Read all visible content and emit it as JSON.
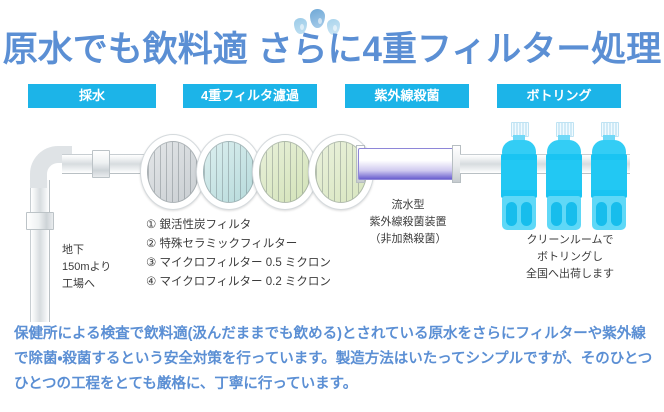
{
  "header": {
    "title": "原水でも飲料適 さらに4重フィルター処理",
    "title_color": "#5b8fd4",
    "droplets": [
      "water-drop",
      "water-drop",
      "water-drop"
    ]
  },
  "steps": [
    {
      "label": "採水"
    },
    {
      "label": "4重フィルタ濾過"
    },
    {
      "label": "紫外線殺菌"
    },
    {
      "label": "ボトリング"
    }
  ],
  "step_color": "#1cb4e8",
  "diagram": {
    "intake_caption": "地下\n150mより\n工場へ",
    "intake_caption_lines": [
      "地下",
      "150mより",
      "工場へ"
    ],
    "filters": [
      {
        "name": "filter-disc-1",
        "color": "#c9ced2"
      },
      {
        "name": "filter-disc-2",
        "color": "#b6dadb"
      },
      {
        "name": "filter-disc-3",
        "color": "#d3e3b8"
      },
      {
        "name": "filter-disc-4",
        "color": "#d8e6bf"
      }
    ],
    "filter_list": [
      "① 銀活性炭フィルタ",
      "② 特殊セラミックフィルター",
      "③ マイクロフィルター 0.5 ミクロン",
      "④ マイクロフィルター 0.2 ミクロン"
    ],
    "uv_caption_lines": [
      "流水型",
      "紫外線殺菌装置",
      "（非加熱殺菌）"
    ],
    "uv_color": "#6a5fcf",
    "bottling_caption_lines": [
      "クリーンルームで",
      "ボトリングし",
      "全国へ出荷します"
    ],
    "bottle_color": "#19c4f2",
    "bottle_count": 3
  },
  "footer": {
    "text": "保健所による検査で飲料適(汲んだままでも飲める)とされている原水をさらにフィルターや紫外線で除菌・殺菌するという安全対策を行っています。製造方法はいたってシンプルですが、そのひとつひとつの工程をとても厳格に、丁寧に行っています。",
    "color": "#5b8fd4"
  }
}
